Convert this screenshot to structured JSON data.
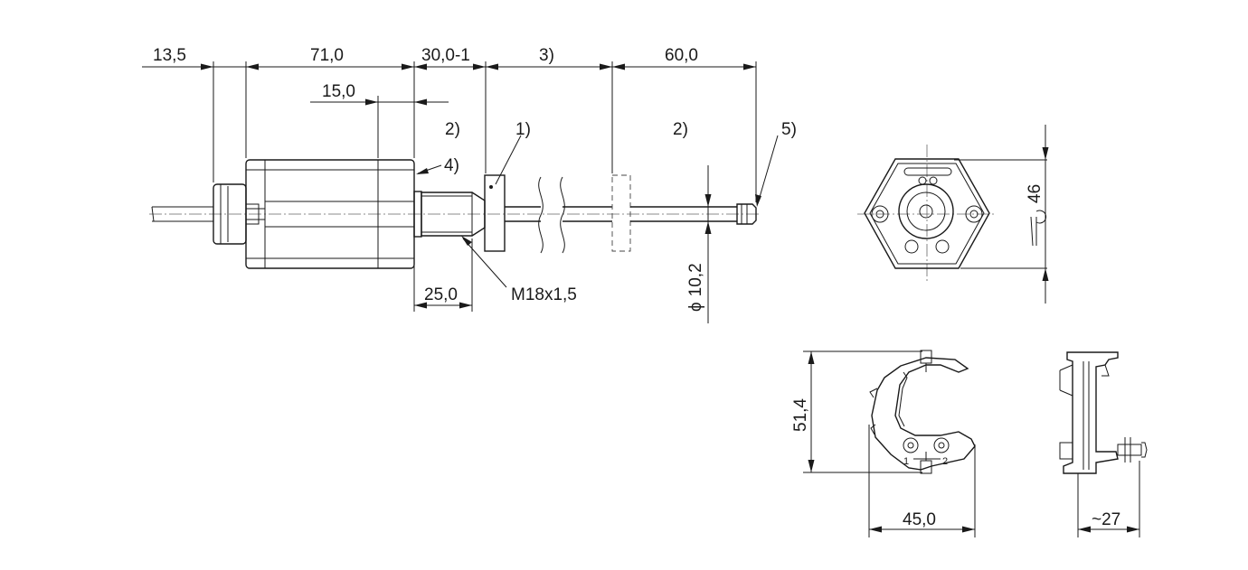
{
  "dimensions": {
    "d_13_5": "13,5",
    "d_71_0": "71,0",
    "d_30_0_1": "30,0-1",
    "d_3": "3)",
    "d_60_0": "60,0",
    "d_15_0": "15,0",
    "d_25_0": "25,0",
    "d_dia": "10,2",
    "d_46": "46",
    "d_51_4": "51,4",
    "d_45_0": "45,0",
    "d_27": "~27"
  },
  "callouts": {
    "c1": "1)",
    "c2a": "2)",
    "c2b": "2)",
    "c4": "4)",
    "c5": "5)",
    "thread": "M18x1,5"
  },
  "symbols": {
    "diameter": "ϕ",
    "pin1": "1",
    "pin2": "2"
  }
}
